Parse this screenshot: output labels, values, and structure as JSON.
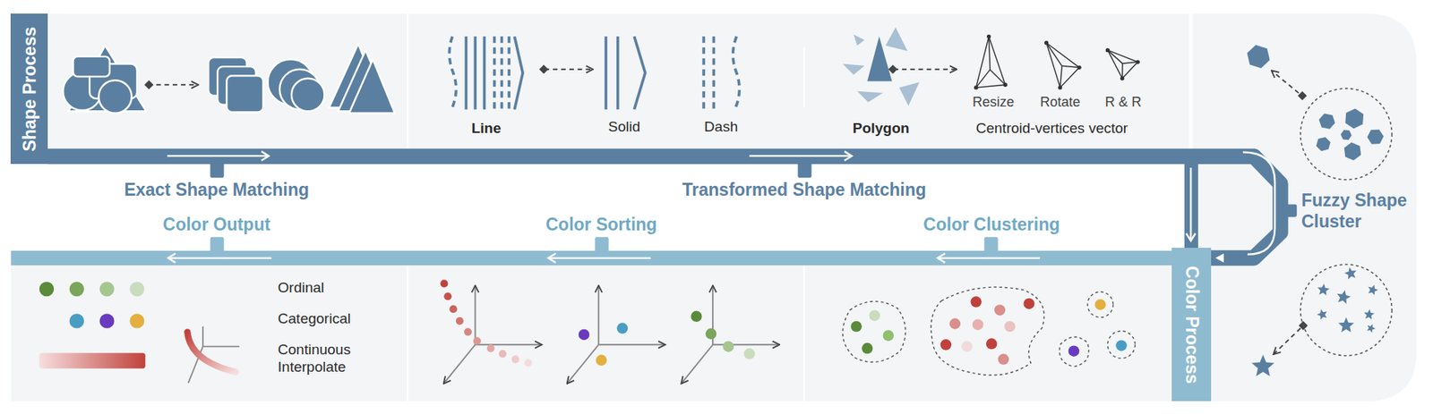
{
  "diagram": {
    "nodes": [
      {
        "text": [
          "Shape Process"
        ]
      },
      {
        "text": [
          "Color Process"
        ]
      }
    ],
    "edges": [
      {
        "from": 0,
        "to": 1,
        "arrow": "to"
      }
    ],
    "labels": [
      "Exact Shape Matching",
      "Transformed Shape Matching",
      "Line",
      "Solid",
      "Dash",
      "Polygon",
      "Resize",
      "Rotate",
      "R & R",
      "Centroid-vertices vector",
      "Fuzzy Shape Cluster",
      "Color Output",
      "Color Sorting",
      "Color Clustering",
      "Ordinal",
      "Categorical",
      "Continuous Interpolate"
    ]
  }
}
